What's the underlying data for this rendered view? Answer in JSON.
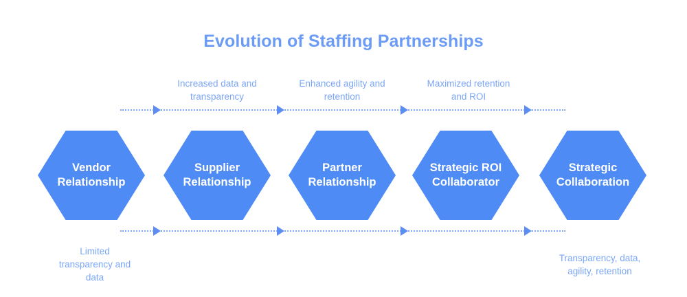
{
  "title": "Evolution of Staffing Partnerships",
  "colors": {
    "hexagon_fill": "#4f8bf5",
    "title_text": "#6c9bf5",
    "caption_text": "#7ba6f7",
    "arrow": "#5b8df2",
    "hexagon_label": "#ffffff",
    "background": "#ffffff"
  },
  "stages": [
    {
      "line1": "Vendor",
      "line2": "Relationship"
    },
    {
      "line1": "Supplier",
      "line2": "Relationship"
    },
    {
      "line1": "Partner",
      "line2": "Relationship"
    },
    {
      "line1": "Strategic ROI",
      "line2": "Collaborator"
    },
    {
      "line1": "Strategic",
      "line2": "Collaboration"
    }
  ],
  "top_captions": [
    {
      "line1": "Increased data and",
      "line2": "transparency"
    },
    {
      "line1": "Enhanced agility and",
      "line2": "retention"
    },
    {
      "line1": "Maximized retention",
      "line2": "and ROI"
    }
  ],
  "bottom_captions": {
    "left": {
      "line1": "Limited",
      "line2": "transparency and",
      "line3": "data"
    },
    "right": {
      "line1": "Transparency, data,",
      "line2": "agility, retention"
    }
  }
}
